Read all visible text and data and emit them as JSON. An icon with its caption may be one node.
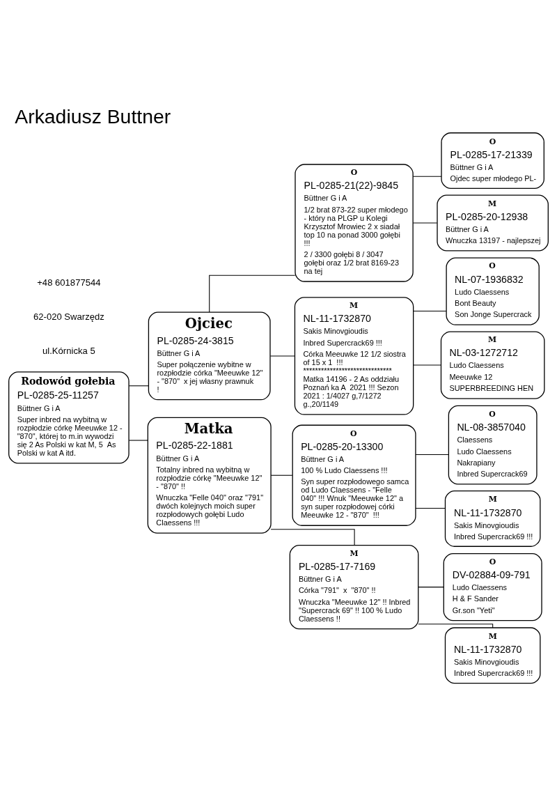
{
  "diagram": {
    "title": "Arkadiusz Buttner",
    "nodes": [
      {
        "text": [
          "Rodowód gołebia",
          "PL-0285-25-11257",
          "Büttner G i A",
          "Super inbred na wybitną w rozpłodzie córkę Meeuwke 12 - \"870\", której to m.in wywodzi się 2 As Polski w kat M, 5  As Polski w kat A itd."
        ]
      },
      {
        "text": [
          "Ojciec",
          "PL-0285-24-3815",
          "Büttner G i A",
          "Super połączenie wybitne w rozpłodzie córka \"Meeuwke 12\" - \"870\"  x jej własny prawnuk !"
        ]
      },
      {
        "text": [
          "O",
          "PL-0285-21(22)-9845",
          "Büttner G i A",
          "1/2 brat 873-22 super młodego - który na PLGP u Kolegi Krzysztof Mrowiec 2 x siadał top 10 na ponad 3000 gołębi !!!",
          "2 / 3300 gołębi 8 / 3047 gołębi oraz 1/2 brat 8169-23 na tej"
        ]
      },
      {
        "text": [
          "O",
          "PL-0285-17-21339",
          "Büttner G i A",
          "Ojdec super młodego PL-"
        ]
      },
      {
        "text": [
          "M",
          "PL-0285-20-12938",
          "Büttner G i A",
          "Wnuczka 13197 - najlepszej"
        ]
      },
      {
        "text": [
          "M",
          "NL-11-1732870",
          "Sakis Minovgioudis",
          "Inbred Supercrack69 !!!",
          "Córka Meeuwke 12 1/2 siostra of 15 x 1  !!! ****************************** Matka 14196 - 2 As oddziału Poznań ka A  2021 !!! Sezon 2021 : 1/4027 g,7/1272 g.,20/1149"
        ]
      },
      {
        "text": [
          "O",
          "NL-07-1936832",
          "Ludo Claessens",
          "Bont Beauty",
          "Son Jonge Supercrack"
        ]
      },
      {
        "text": [
          "M",
          "NL-03-1272712",
          "Ludo Claessens",
          "Meeuwke 12",
          "SUPERBREEDING HEN"
        ]
      },
      {
        "text": [
          "Matka",
          "PL-0285-22-1881",
          "Büttner G i A",
          "Totalny inbred na wybitną w rozpłodzie córkę \"Meeuwke 12\" - \"870\" !!",
          "Wnuczka \"Felle 040\" oraz \"791\" dwóch kolejnych moich super rozpłodowych gołębi Ludo Claessens !!!"
        ]
      },
      {
        "text": [
          "O",
          "PL-0285-20-13300",
          "Büttner G i A",
          "100 % Ludo Claessens !!!",
          "Syn super rozpłodowego samca od Ludo Claessens - \"Felle 040\" !!! Wnuk \"Meeuwke 12\" a syn super rozpłodowej córki Meeuwke 12 - \"870\"  !!!"
        ]
      },
      {
        "text": [
          "O",
          "NL-08-3857040",
          "Claessens",
          "Ludo Claessens",
          "Nakrapiany",
          "Inbred Supercrack69"
        ]
      },
      {
        "text": [
          "M",
          "NL-11-1732870",
          "Sakis Minovgioudis",
          "Inbred Supercrack69 !!!"
        ]
      },
      {
        "text": [
          "M",
          "PL-0285-17-7169",
          "Büttner G i A",
          "Córka \"791\"  x  \"870\" !!",
          "Wnuczka \"Meeuwke 12\" !! Inbred \"Supercrack 69\" !! 100 % Ludo Claessens !!"
        ]
      },
      {
        "text": [
          "O",
          "DV-02884-09-791",
          "Ludo Claessens",
          "H & F Sander",
          "Gr.son \"Yeti\""
        ]
      },
      {
        "text": [
          "M",
          "NL-11-1732870",
          "Sakis Minovgioudis",
          "Inbred Supercrack69 !!!"
        ]
      }
    ],
    "edges": [
      {
        "from": 0,
        "to": 1,
        "arrow": "none"
      },
      {
        "from": 1,
        "to": 2,
        "arrow": "none"
      },
      {
        "from": 2,
        "to": 3,
        "arrow": "none"
      },
      {
        "from": 2,
        "to": 4,
        "arrow": "none"
      },
      {
        "from": 1,
        "to": 5,
        "arrow": "none"
      },
      {
        "from": 5,
        "to": 6,
        "arrow": "none"
      },
      {
        "from": 5,
        "to": 7,
        "arrow": "none"
      },
      {
        "from": 0,
        "to": 8,
        "arrow": "none"
      },
      {
        "from": 8,
        "to": 9,
        "arrow": "none"
      },
      {
        "from": 9,
        "to": 10,
        "arrow": "none"
      },
      {
        "from": 9,
        "to": 11,
        "arrow": "none"
      },
      {
        "from": 8,
        "to": 12,
        "arrow": "none"
      },
      {
        "from": 12,
        "to": 13,
        "arrow": "none"
      },
      {
        "from": 12,
        "to": 14,
        "arrow": "none"
      }
    ],
    "labels": [
      "ul.Kórnicka 5",
      "62-020 Swarzędz",
      "+48 601877544"
    ]
  }
}
